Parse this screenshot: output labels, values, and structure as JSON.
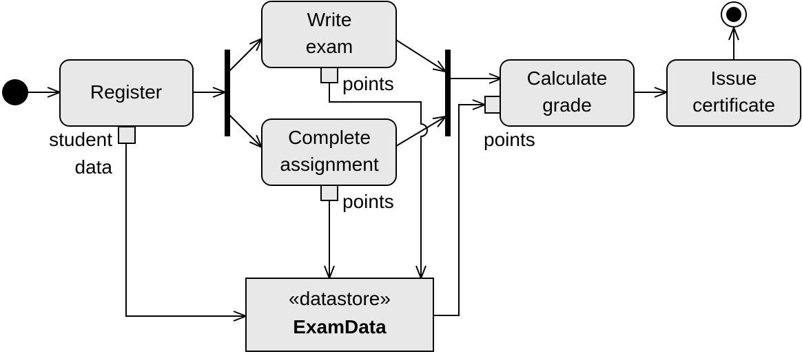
{
  "nodes": {
    "register": "Register",
    "write_exam": [
      "Write",
      "exam"
    ],
    "complete_assignment": [
      "Complete",
      "assignment"
    ],
    "calculate_grade": [
      "Calculate",
      "grade"
    ],
    "issue_certificate": [
      "Issue",
      "certificate"
    ],
    "datastore_stereotype": "«datastore»",
    "datastore_name": "ExamData"
  },
  "pins": {
    "register_output": [
      "student",
      "data"
    ],
    "write_exam_output": "points",
    "complete_assignment_output": "points",
    "calculate_grade_input": "points"
  }
}
